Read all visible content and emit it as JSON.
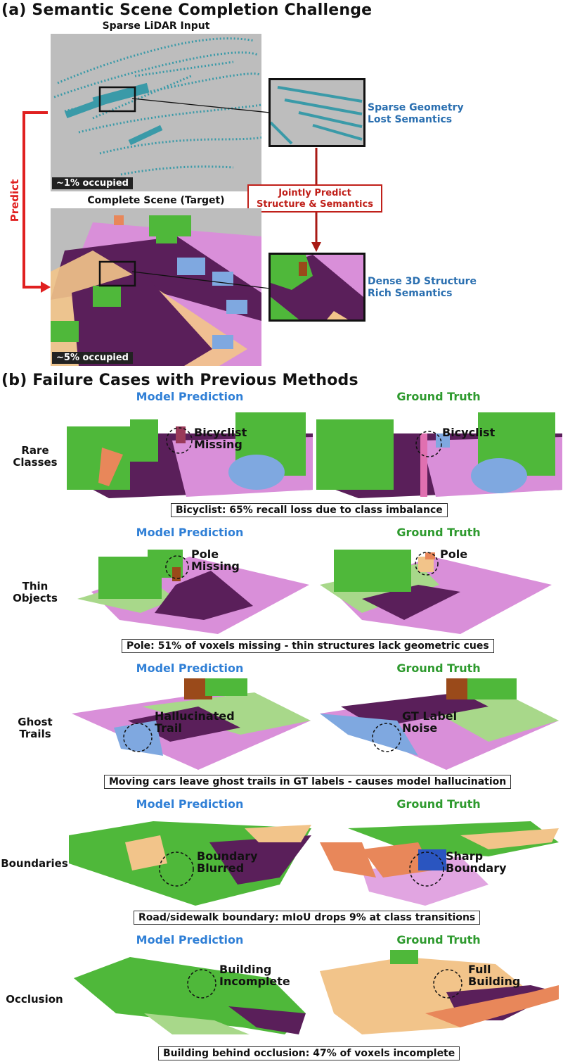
{
  "section_a": {
    "title": "(a) Semantic Scene Completion Challenge",
    "input_title": "Sparse LiDAR Input",
    "input_occupancy": "~1% occupied",
    "target_title": "Complete Scene (Target)",
    "target_occupancy": "~5% occupied",
    "predict_label": "Predict",
    "sparse_note": "Sparse Geometry\nLost Semantics",
    "dense_note": "Dense 3D Structure\nRich Semantics",
    "joint_label": "Jointly Predict\nStructure & Semantics"
  },
  "section_b": {
    "title": "(b) Failure Cases with Previous Methods",
    "rows": [
      {
        "label": "Rare\nClasses",
        "pred_header": "Model Prediction",
        "gt_header": "Ground Truth",
        "pred_annotation": "Bicyclist\nMissing",
        "gt_annotation": "Bicyclist",
        "caption": "Bicyclist: 65% recall loss due to class imbalance"
      },
      {
        "label": "Thin\nObjects",
        "pred_header": "Model Prediction",
        "gt_header": "Ground Truth",
        "pred_annotation": "Pole\nMissing",
        "gt_annotation": "Pole",
        "caption": "Pole: 51% of voxels missing - thin structures lack geometric cues"
      },
      {
        "label": "Ghost\nTrails",
        "pred_header": "Model Prediction",
        "gt_header": "Ground Truth",
        "pred_annotation": "Hallucinated\nTrail",
        "gt_annotation": "GT Label\nNoise",
        "caption": "Moving cars leave ghost trails in GT labels - causes model hallucination"
      },
      {
        "label": "Boundaries",
        "pred_header": "Model Prediction",
        "gt_header": "Ground Truth",
        "pred_annotation": "Boundary\nBlurred",
        "gt_annotation": "Sharp\nBoundary",
        "caption": "Road/sidewalk boundary: mIoU drops 9% at class transitions"
      },
      {
        "label": "Occlusion",
        "pred_header": "Model Prediction",
        "gt_header": "Ground Truth",
        "pred_annotation": "Building\nIncomplete",
        "gt_annotation": "Full\nBuilding",
        "caption": "Building behind occlusion: 47% of voxels incomplete"
      }
    ]
  },
  "colors": {
    "vegetation": "#4fb83a",
    "road": "#5a1f5a",
    "sidewalk": "#d98fd9",
    "car": "#7fa8e0",
    "building": "#f2c48a",
    "trunk": "#9a4a1a",
    "terrain": "#a8d88a",
    "fence": "#e8875a",
    "lidar": "#3a9aa8",
    "alert_red": "#e02020",
    "dark_red": "#c0201a"
  }
}
